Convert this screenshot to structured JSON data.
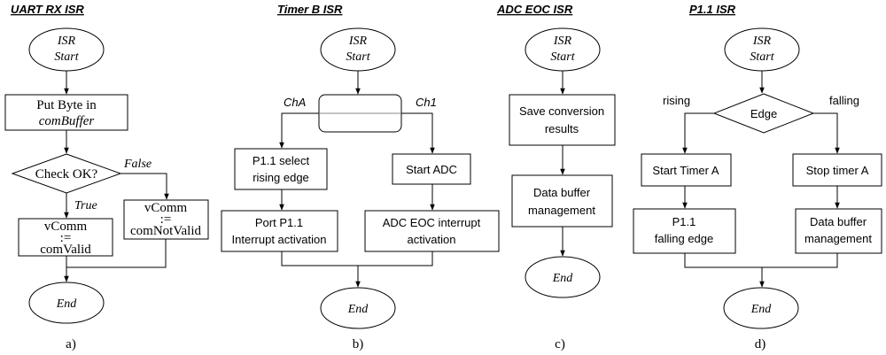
{
  "panels": [
    {
      "title": "UART RX ISR",
      "start": [
        "ISR",
        "Start"
      ],
      "box_put": [
        "Put Byte in",
        "comBuffer"
      ],
      "decision": "Check OK?",
      "true_label": "True",
      "false_label": "False",
      "box_valid": [
        "vComm",
        ":=",
        "comValid"
      ],
      "box_notvalid": [
        "vComm",
        ":=",
        "comNotValid"
      ],
      "end": "End",
      "caption": "a)"
    },
    {
      "title": "Timer B ISR",
      "start": [
        "ISR",
        "Start"
      ],
      "ch_a": "ChA",
      "ch_1": "Ch1",
      "box_p11_select": [
        "P1.1 select",
        "rising edge"
      ],
      "box_start_adc": "Start ADC",
      "box_port_p11": [
        "Port P1.1",
        "Interrupt activation"
      ],
      "box_adc_eoc": [
        "ADC EOC interrupt",
        "activation"
      ],
      "end": "End",
      "caption": "b)"
    },
    {
      "title": "ADC EOC ISR",
      "start": [
        "ISR",
        "Start"
      ],
      "box_save": [
        "Save conversion",
        "results"
      ],
      "box_data": [
        "Data buffer",
        "management"
      ],
      "end": "End",
      "caption": "c)"
    },
    {
      "title": "P1.1 ISR",
      "start": [
        "ISR",
        "Start"
      ],
      "decision": "Edge",
      "rising": "rising",
      "falling": "falling",
      "box_start_timer": "Start Timer A",
      "box_stop_timer": "Stop timer A",
      "box_p11_fall": [
        "P1.1",
        "falling edge"
      ],
      "box_data": [
        "Data buffer",
        "management"
      ],
      "end": "End",
      "caption": "d)"
    }
  ]
}
